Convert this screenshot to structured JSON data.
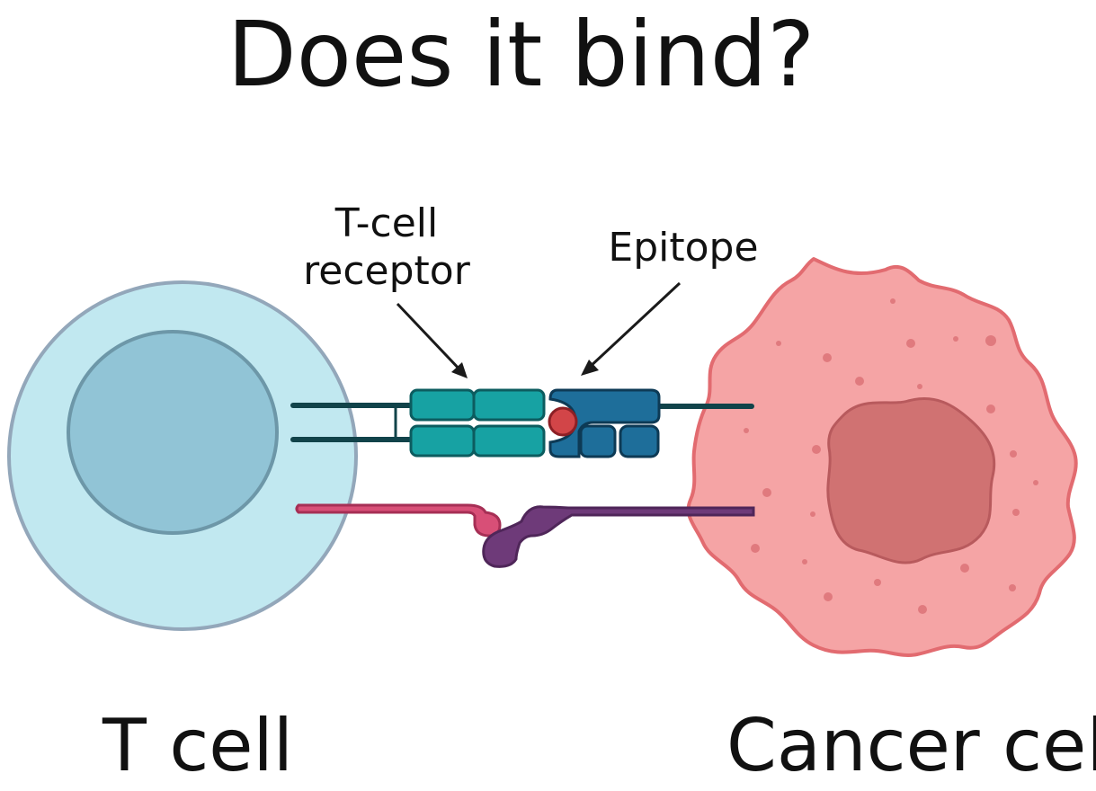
{
  "title": "Does it bind?",
  "labels": {
    "tcr_line1": "T-cell",
    "tcr_line2": "receptor",
    "epitope": "Epitope",
    "t_cell": "T cell",
    "cancer_cell": "Cancer cell"
  },
  "colors": {
    "t_cell_body": "#c1e8f0",
    "t_cell_border": "#93a7ba",
    "t_cell_nucleus": "#91c4d6",
    "t_cell_nucleus_border": "#6d97a8",
    "cancer_body": "#f5a4a5",
    "cancer_border": "#e26b70",
    "cancer_nucleus": "#d07272",
    "tcr_domain": "#17a2a3",
    "mhc_domain": "#1e6e9a",
    "epitope_peptide": "#d24548",
    "stalk": "#11434a",
    "cd_pink": "#d84f77",
    "cd_purple": "#6e3a79"
  }
}
